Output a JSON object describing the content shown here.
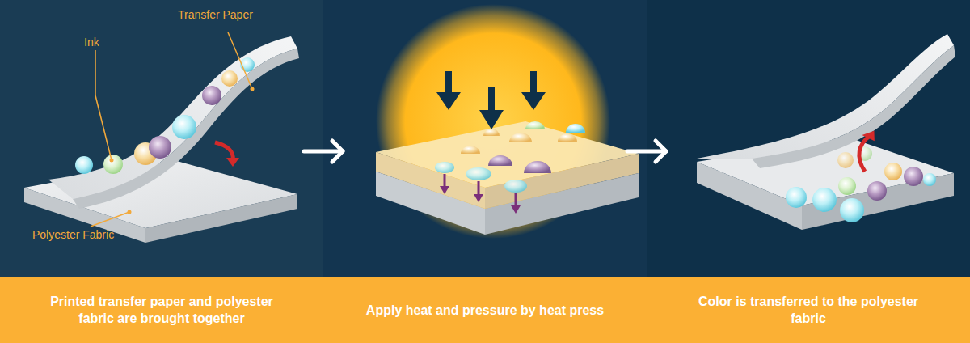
{
  "diagram": {
    "nodes": [
      {
        "text": [
          "Printed transfer paper and polyester fabric are brought together"
        ]
      },
      {
        "text": [
          "Apply heat and pressure by heat press"
        ]
      },
      {
        "text": [
          "Color is transferred to the polyester fabric"
        ]
      }
    ],
    "edges": [
      {
        "from": 0,
        "to": 1,
        "arrow": "to"
      },
      {
        "from": 1,
        "to": 2,
        "arrow": "to"
      }
    ],
    "labels": [
      "Transfer Paper",
      "Ink",
      "Polyester Fabric"
    ]
  }
}
